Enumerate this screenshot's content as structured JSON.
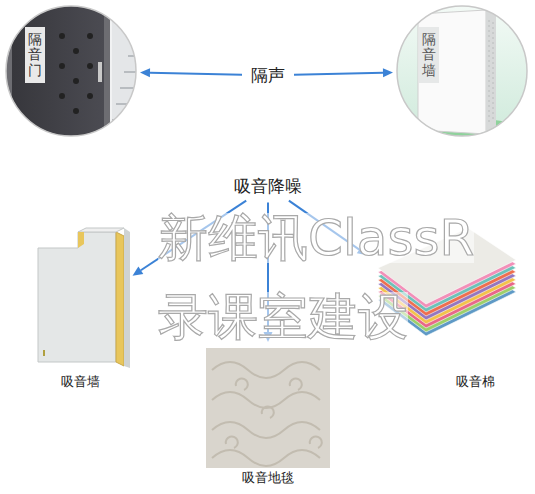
{
  "diagram": {
    "nodes": [
      {
        "text": [
          "隔音门"
        ]
      },
      {
        "text": [
          "隔声"
        ]
      },
      {
        "text": [
          "隔音墙"
        ]
      },
      {
        "text": [
          "吸音降噪"
        ]
      },
      {
        "text": [
          "吸音墙"
        ]
      },
      {
        "text": [
          "吸音地毯"
        ]
      },
      {
        "text": [
          "吸音棉"
        ]
      }
    ],
    "edges": [
      {
        "from": 1,
        "to": 0,
        "arrow": "to"
      },
      {
        "from": 1,
        "to": 2,
        "arrow": "to"
      },
      {
        "from": 3,
        "to": 4,
        "arrow": "to"
      },
      {
        "from": 3,
        "to": 5,
        "arrow": "to"
      },
      {
        "from": 3,
        "to": 6,
        "arrow": "to"
      }
    ],
    "labels": [
      "新维讯ClassR",
      "录课室建设"
    ]
  }
}
